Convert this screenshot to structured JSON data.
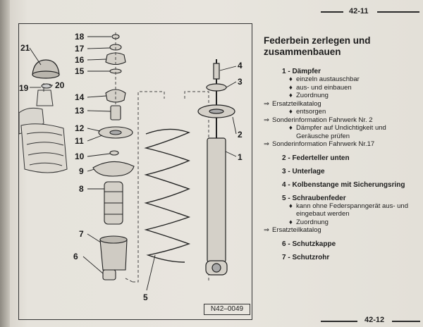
{
  "header": {
    "page_top": "42-11",
    "page_bottom": "42-12"
  },
  "figure": {
    "id": "N42–0049",
    "callouts": [
      "1",
      "2",
      "3",
      "4",
      "5",
      "6",
      "7",
      "8",
      "9",
      "10",
      "11",
      "12",
      "13",
      "14",
      "15",
      "16",
      "17",
      "18",
      "19",
      "20",
      "21"
    ]
  },
  "text": {
    "title": "Federbein zerlegen und zusammenbauen",
    "items": [
      {
        "title": "1 - Dämpfer",
        "lines": [
          {
            "kind": "bullet",
            "text": "einzeln austauschbar"
          },
          {
            "kind": "bullet",
            "text": "aus- und einbauen"
          },
          {
            "kind": "bullet",
            "text": "Zuordnung"
          },
          {
            "kind": "arrow",
            "text": "Ersatzteilkatalog"
          },
          {
            "kind": "bullet",
            "text": "entsorgen"
          },
          {
            "kind": "arrow",
            "text": "Sonderinformation Fahrwerk Nr. 2"
          },
          {
            "kind": "bullet",
            "text": "Dämpfer auf Undichtigkeit und Geräusche prüfen"
          },
          {
            "kind": "arrow",
            "text": "Sonderinformation Fahrwerk Nr.17"
          }
        ]
      },
      {
        "title": "2 - Federteller unten",
        "lines": []
      },
      {
        "title": "3 - Unterlage",
        "lines": []
      },
      {
        "title": "4 - Kolbenstange mit Sicherungsring",
        "lines": []
      },
      {
        "title": "5 - Schraubenfeder",
        "lines": [
          {
            "kind": "bullet",
            "text": "kann ohne Federspanngerät aus- und eingebaut werden"
          },
          {
            "kind": "bullet",
            "text": "Zuordnung"
          },
          {
            "kind": "arrow",
            "text": "Ersatzteilkatalog"
          }
        ]
      },
      {
        "title": "6 - Schutzkappe",
        "lines": []
      },
      {
        "title": "7 - Schutzrohr",
        "lines": []
      }
    ]
  },
  "glyphs": {
    "bullet": "♦",
    "arrow": "⇒"
  }
}
